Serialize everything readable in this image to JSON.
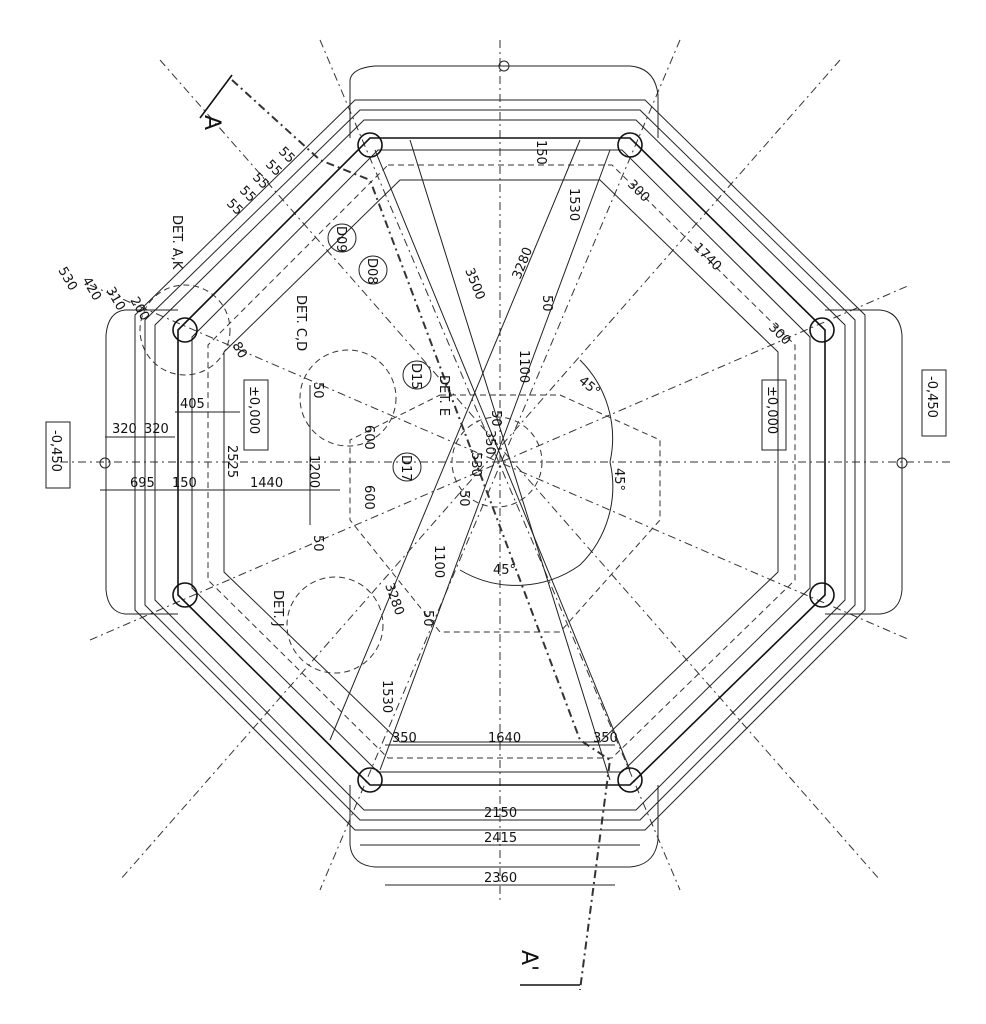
{
  "drawing": {
    "section_marks": {
      "start": "A",
      "end": "A'"
    },
    "levels": {
      "outer_left": "-0,450",
      "outer_right": "-0,450",
      "inner_left": "±0,000",
      "inner_right": "±0,000"
    },
    "detail_labels": [
      "DET. A,K",
      "DET. C,D",
      "DET. E",
      "DET. J"
    ],
    "callouts": [
      "D09",
      "D08",
      "D15",
      "D17"
    ],
    "angles": [
      "45°",
      "45°",
      "45°"
    ],
    "dimensions": {
      "top": [
        "150",
        "1530",
        "300",
        "1740",
        "300"
      ],
      "diagonal": [
        "3500",
        "3280",
        "50",
        "1100",
        "50",
        "350",
        "530",
        "50",
        "1100",
        "3280",
        "50",
        "1530"
      ],
      "left": [
        "55",
        "55",
        "55",
        "55",
        "55",
        "530",
        "420",
        "310",
        "200",
        "80",
        "405",
        "320",
        "320",
        "2525",
        "695",
        "150",
        "1440",
        "50",
        "600",
        "1200",
        "600",
        "50"
      ],
      "bottom": [
        "350",
        "1640",
        "350",
        "2150",
        "2415",
        "2360"
      ]
    }
  }
}
